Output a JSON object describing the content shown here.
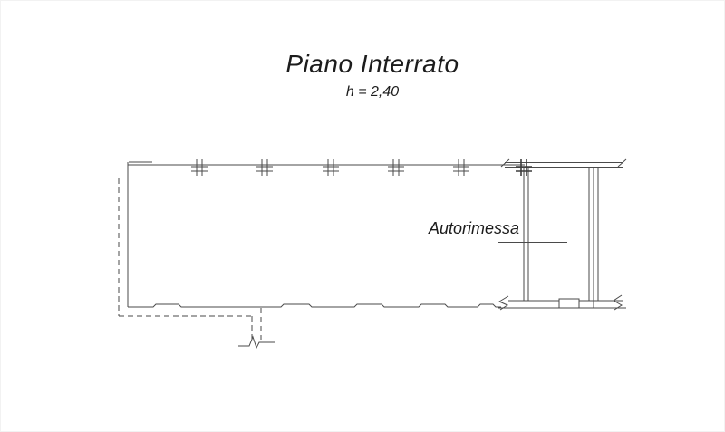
{
  "canvas": {
    "background": "#ffffff",
    "line_color": "#4a4a4a",
    "text_color": "#1c1c1c"
  },
  "header": {
    "title": "Piano Interrato",
    "height_note": "h = 2,40"
  },
  "plan": {
    "room_label": "Autorimessa",
    "column_marker_icon": "crosshair-hash-icon",
    "column_marker_count": 6
  }
}
